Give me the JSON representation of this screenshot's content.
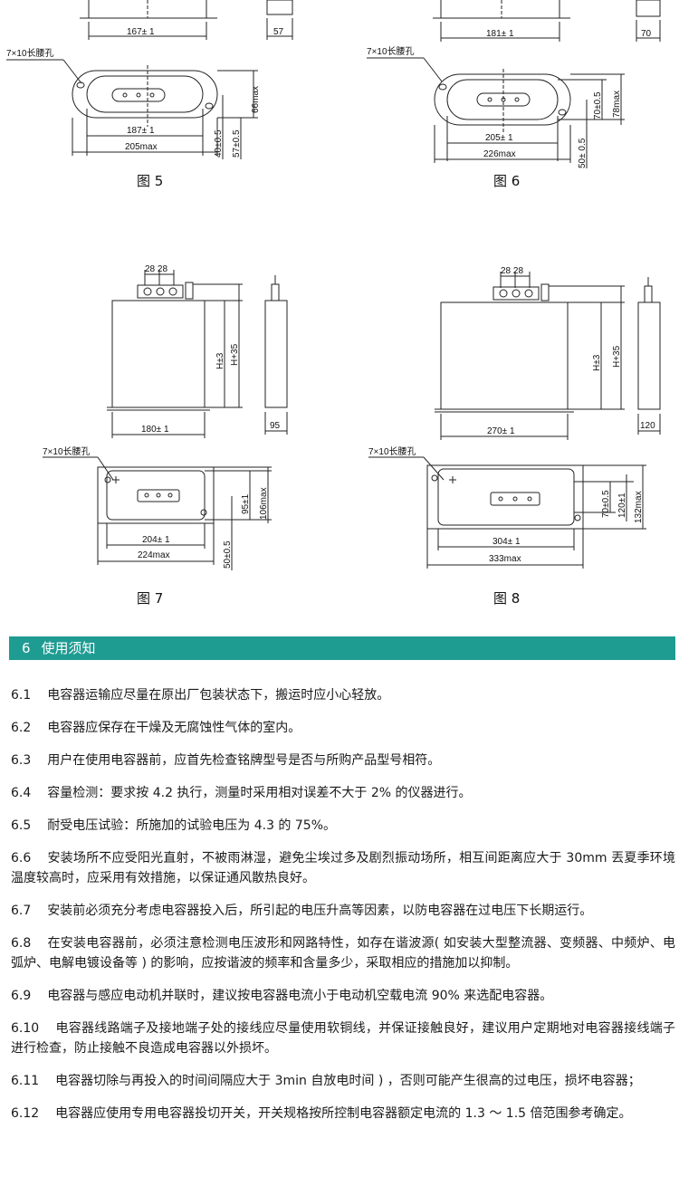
{
  "figures": {
    "fig5": {
      "caption": "图 5",
      "label_top_w": "167± 1",
      "label_top_side": "57",
      "slot": "7×10长腰孔",
      "inner_w": "187± 1",
      "outer_w": "205max",
      "h1": "66max",
      "h2": "40±0.5",
      "h3": "57±0.5"
    },
    "fig6": {
      "caption": "图 6",
      "label_top_w": "181± 1",
      "label_top_side": "70",
      "slot": "7×10长腰孔",
      "inner_w": "205± 1",
      "outer_w": "226max",
      "h1": "70±0.5",
      "h2": "78max",
      "h3": "50± 0.5"
    },
    "fig7": {
      "caption": "图 7",
      "terminal_pitch": "28  28",
      "h_a": "H±3",
      "h_b": "H+35",
      "body_w": "180± 1",
      "side_w": "95",
      "slot": "7×10长腰孔",
      "inner_w": "204± 1",
      "outer_w": "224max",
      "h1": "95±1",
      "h2": "106max",
      "h3": "50±0.5"
    },
    "fig8": {
      "caption": "图 8",
      "terminal_pitch": "28  28",
      "h_a": "H±3",
      "h_b": "H+35",
      "body_w": "270± 1",
      "side_w": "120",
      "slot": "7×10长腰孔",
      "inner_w": "304± 1",
      "outer_w": "333max",
      "h1": "70±0.5",
      "h2": "120±1",
      "h3": "132max"
    }
  },
  "section": {
    "number": "6",
    "title": "使用须知"
  },
  "notes": [
    {
      "num": "6.1",
      "text": "电容器运输应尽量在原出厂包装状态下，搬运时应小心轻放。"
    },
    {
      "num": "6.2",
      "text": "电容器应保存在干燥及无腐蚀性气体的室内。"
    },
    {
      "num": "6.3",
      "text": "用户在使用电容器前，应首先检查铭牌型号是否与所购产品型号相符。"
    },
    {
      "num": "6.4",
      "text": "容量检测：要求按 4.2 执行，测量时采用相对误差不大于 2% 的仪器进行。"
    },
    {
      "num": "6.5",
      "text": "耐受电压试验：所施加的试验电压为 4.3 的 75%。"
    },
    {
      "num": "6.6",
      "text": "安装场所不应受阳光直射，不被雨淋湿，避免尘埃过多及剧烈振动场所，相互间距离应大于 30mm 丟夏季环境温度较高时，应采用有效措施，以保证通风散热良好。"
    },
    {
      "num": "6.7",
      "text": "安装前必须充分考虑电容器投入后，所引起的电压升高等因素，以防电容器在过电压下长期运行。"
    },
    {
      "num": "6.8",
      "text": "在安装电容器前，必须注意检测电压波形和网路特性，如存在谐波源( 如安装大型整流器、变频器、中频炉、电弧炉、电解电镀设备等 ) 的影响，应按谐波的频率和含量多少，采取相应的措施加以抑制。"
    },
    {
      "num": "6.9",
      "text": "电容器与感应电动机并联时，建议按电容器电流小于电动机空载电流 90% 来选配电容器。"
    },
    {
      "num": "6.10",
      "text": "电容器线路端子及接地端子处的接线应尽量使用软铜线，并保证接触良好，建议用户定期地对电容器接线端子进行检查，防止接触不良造成电容器以外损坏。"
    },
    {
      "num": "6.11",
      "text": "电容器切除与再投入的时间间隔应大于 3min 自放电时间 ) ，否则可能产生很高的过电压，损坏电容器；"
    },
    {
      "num": "6.12",
      "text": "电容器应使用专用电容器投切开关，开关规格按所控制电容器额定电流的 1.3 ～ 1.5 倍范围参考确定。"
    }
  ]
}
